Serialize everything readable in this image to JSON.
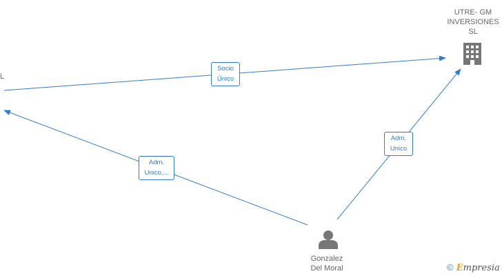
{
  "nodes": {
    "company_left": {
      "label": "L"
    },
    "company_right": {
      "label": "UTRE- GM\nINVERSIONES\nSL",
      "icon": "building-icon"
    },
    "person": {
      "label": "Gonzalez\nDel Moral",
      "icon": "person-icon"
    }
  },
  "edges": {
    "socio": {
      "label": "Socio\nÚnico"
    },
    "adm_left": {
      "label": "Adm.\nUnico,..."
    },
    "adm_right": {
      "label": "Adm.\nUnico"
    }
  },
  "brand": {
    "copyright": "©",
    "initial": "E",
    "rest": "mpresia"
  },
  "colors": {
    "edge": "#2f7bd0",
    "icon": "#777777",
    "text": "#666666"
  }
}
